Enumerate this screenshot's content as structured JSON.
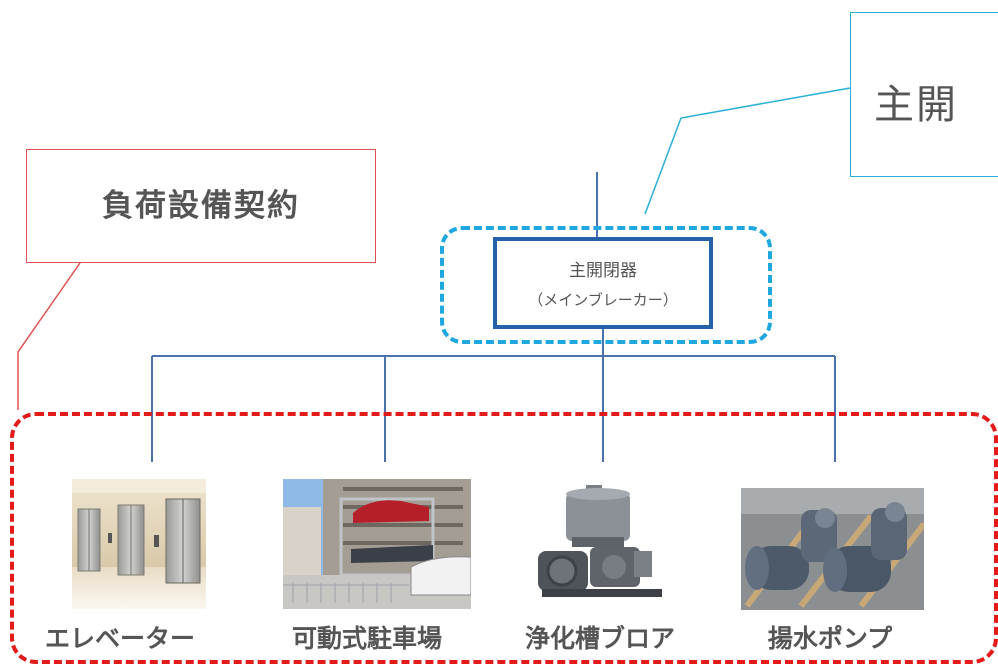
{
  "callouts": {
    "main_breaker_label": "主開",
    "load_contract_label": "負荷設備契約"
  },
  "breaker": {
    "name": "主開閉器",
    "sub": "（メインブレーカー）"
  },
  "loads": [
    {
      "label": "エレベーター",
      "icon": "elevator-image"
    },
    {
      "label": "可動式駐車場",
      "icon": "parking-image"
    },
    {
      "label": "浄化槽ブロア",
      "icon": "blower-image"
    },
    {
      "label": "揚水ポンプ",
      "icon": "pump-image"
    }
  ],
  "colors": {
    "main_callout": "#2ab0d8",
    "load_callout": "#e05050",
    "breaker_group": "#1fa7e0",
    "breaker_box": "#2660a8",
    "load_group": "#e21a1a",
    "wire": "#4a73ad"
  }
}
